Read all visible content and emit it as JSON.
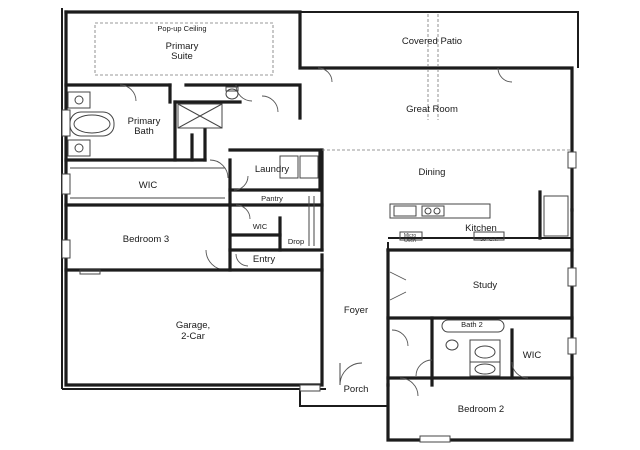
{
  "rooms": {
    "popup_ceiling": "Pop-up Ceiling",
    "primary_suite_line1": "Primary",
    "primary_suite_line2": "Suite",
    "covered_patio": "Covered Patio",
    "primary_bath_line1": "Primary",
    "primary_bath_line2": "Bath",
    "great_room": "Great Room",
    "laundry": "Laundry",
    "wic_primary": "WIC",
    "dining": "Dining",
    "pantry": "Pantry",
    "bedroom3": "Bedroom 3",
    "wic_hall": "WIC",
    "drop": "Drop",
    "entry": "Entry",
    "kitchen": "Kitchen",
    "micro_oven_line1": "Micro",
    "micro_oven_line2": "Oven",
    "range": "36\" C.T.",
    "study": "Study",
    "garage_line1": "Garage,",
    "garage_line2": "2-Car",
    "foyer": "Foyer",
    "bath2": "Bath 2",
    "wic_bed2": "WIC",
    "porch": "Porch",
    "bedroom2": "Bedroom 2"
  }
}
